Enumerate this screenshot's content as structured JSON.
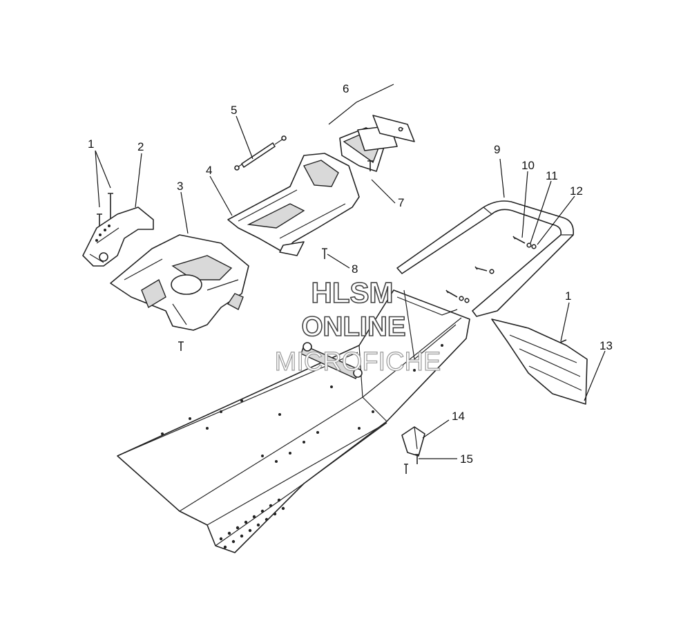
{
  "callouts": {
    "c1a": "1",
    "c2": "2",
    "c3": "3",
    "c4": "4",
    "c5": "5",
    "c6": "6",
    "c7": "7",
    "c8": "8",
    "c9": "9",
    "c10": "10",
    "c11": "11",
    "c12": "12",
    "c1b": "1",
    "c13": "13",
    "c14": "14",
    "c15": "15"
  },
  "watermark": {
    "line1": "HLSM",
    "line2": "ONLINE",
    "line3": "MICROFICHE"
  }
}
